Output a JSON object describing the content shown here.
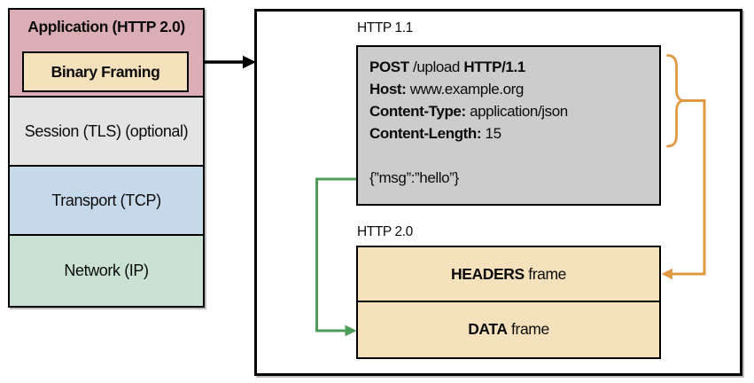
{
  "colors": {
    "layer_application": "#dbaeb5",
    "layer_binary_framing": "#f5e2bd",
    "layer_session": "#e4e4e4",
    "layer_transport": "#c6d9ea",
    "layer_network": "#c9e2d2",
    "request_box_fill": "#cccccc",
    "frame_fill": "#f5e2bd",
    "headers_arrow_orange": "#e09a44",
    "body_arrow_green": "#4f9b58",
    "flow_arrow_black": "#000000"
  },
  "stack": {
    "application_label": "Application (HTTP 2.0)",
    "binary_framing_label": "Binary Framing",
    "session_label": "Session (TLS) (optional)",
    "transport_label": "Transport (TCP)",
    "network_label": "Network (IP)"
  },
  "panel": {
    "http11_label": "HTTP 1.1",
    "http20_label": "HTTP 2.0",
    "request": {
      "line1": {
        "method": "POST",
        "path": " /upload ",
        "version": "HTTP/1.1"
      },
      "line2": {
        "name": "Host:",
        "value": " www.example.org"
      },
      "line3": {
        "name": "Content-Type:",
        "value": " application/json"
      },
      "line4": {
        "name": "Content-Length:",
        "value": " 15"
      },
      "body": "{”msg”:”hello”}"
    },
    "frames": [
      {
        "name": "HEADERS",
        "suffix": " frame"
      },
      {
        "name": "DATA",
        "suffix": " frame"
      }
    ]
  }
}
